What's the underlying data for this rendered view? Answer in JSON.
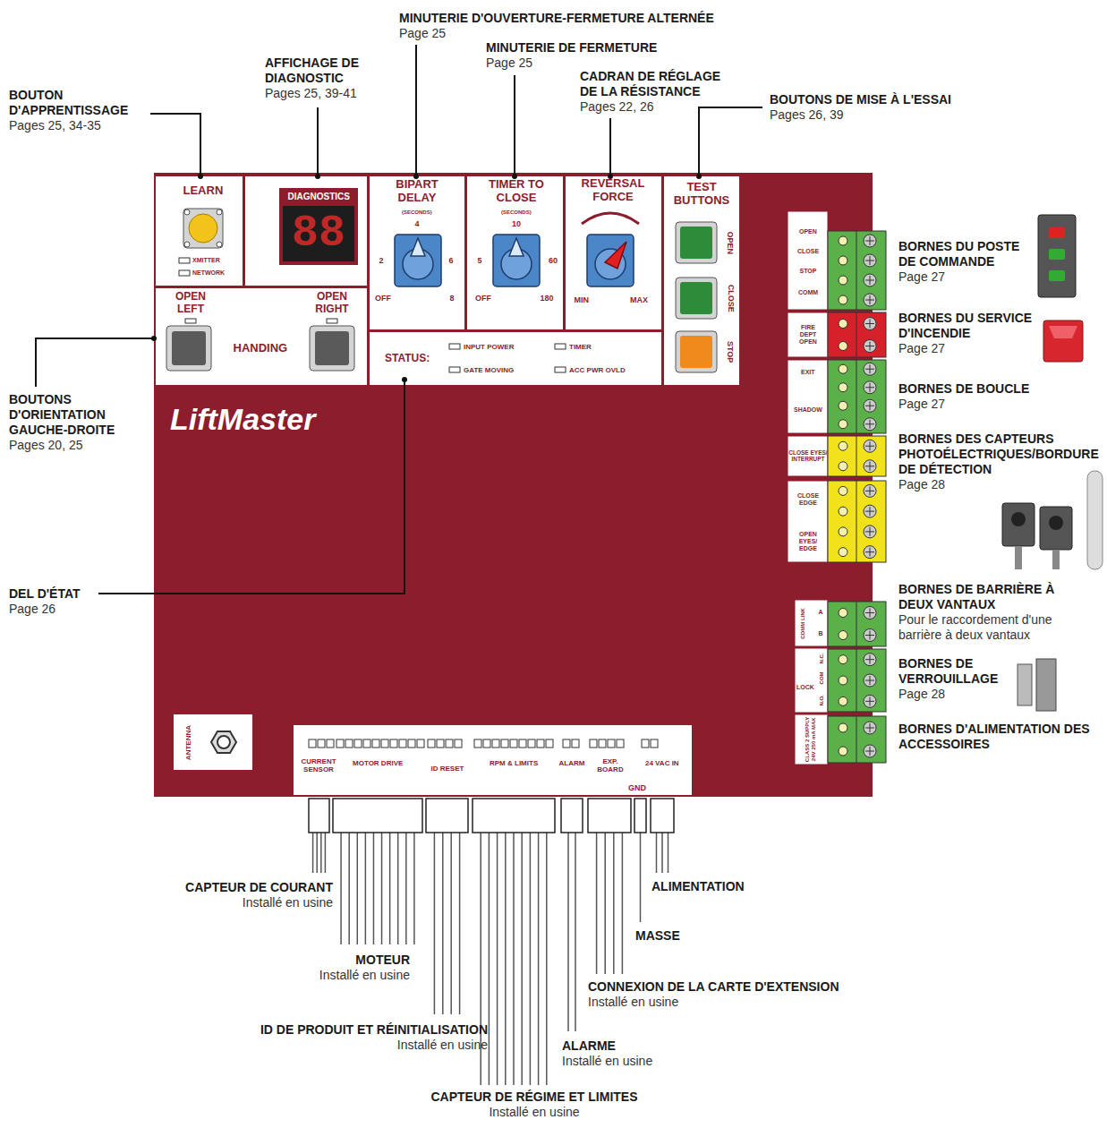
{
  "diagram": {
    "nodes": [
      {
        "text": [
          "LiftMaster"
        ]
      },
      {
        "text": [
          "LEARN",
          "XMITTER",
          "NETWORK"
        ],
        "in": 0
      },
      {
        "text": [
          "DIAGNOSTICS",
          "88"
        ],
        "in": 0
      },
      {
        "text": [
          "BIPART DELAY",
          "(SECONDS)",
          "4",
          "2",
          "6",
          "OFF",
          "8"
        ],
        "in": 0
      },
      {
        "text": [
          "TIMER TO CLOSE",
          "(SECONDS)",
          "10",
          "5",
          "60",
          "OFF",
          "180"
        ],
        "in": 0
      },
      {
        "text": [
          "REVERSAL FORCE",
          "MIN",
          "MAX"
        ],
        "in": 0
      },
      {
        "text": [
          "TEST BUTTONS",
          "OPEN",
          "CLOSE",
          "STOP"
        ],
        "in": 0
      },
      {
        "text": [
          "OPEN LEFT",
          "OPEN RIGHT",
          "HANDING"
        ],
        "in": 0
      },
      {
        "text": [
          "STATUS:",
          "INPUT POWER",
          "GATE MOVING",
          "TIMER",
          "ACC PWR OVLD"
        ],
        "in": 0
      },
      {
        "text": [
          "OPEN",
          "CLOSE",
          "STOP",
          "COMM"
        ],
        "in": 0
      },
      {
        "text": [
          "FIRE DEPT OPEN"
        ],
        "in": 0
      },
      {
        "text": [
          "EXIT",
          "SHADOW"
        ],
        "in": 0
      },
      {
        "text": [
          "CLOSE EYES/ INTERRUPT"
        ],
        "in": 0
      },
      {
        "text": [
          "CLOSE EDGE",
          "OPEN EYES/ EDGE"
        ],
        "in": 0
      },
      {
        "text": [
          "COMM LINK",
          "A",
          "B"
        ],
        "in": 0
      },
      {
        "text": [
          "N.C.",
          "COM",
          "LOCK",
          "N.O."
        ],
        "in": 0
      },
      {
        "text": [
          "CLASS 2 SUPPLY 24V 250 mA MAX"
        ],
        "in": 0
      },
      {
        "text": [
          "ANTENNA"
        ],
        "in": 0
      },
      {
        "text": [
          "CURRENT SENSOR",
          "MOTOR DRIVE",
          "ID RESET",
          "RPM & LIMITS",
          "ALARM",
          "EXP. BOARD",
          "24 VAC IN"
        ],
        "in": 0
      }
    ],
    "labels": [
      "BOUTON D'APPRENTISSAGE",
      "Pages 25, 34-35",
      "AFFICHAGE DE DIAGNOSTIC",
      "Pages 25, 39-41",
      "MINUTERIE D'OUVERTURE-FERMETURE ALTERNÉE",
      "Page 25",
      "MINUTERIE DE FERMETURE",
      "Page 25",
      "CADRAN DE RÉGLAGE DE LA RÉSISTANCE",
      "Pages 22, 26",
      "BOUTONS DE MISE À L'ESSAI",
      "Pages 26, 39",
      "BOUTONS D'ORIENTATION GAUCHE-DROITE",
      "Pages 20, 25",
      "DEL D'ÉTAT",
      "Page 26",
      "BORNES DU POSTE DE COMMANDE",
      "Page 27",
      "BORNES DU SERVICE D'INCENDIE",
      "Page 27",
      "BORNES DE BOUCLE",
      "Page 27",
      "BORNES DES CAPTEURS PHOTOÉLECTRIQUES/BORDURE DE DÉTECTION",
      "Page 28",
      "BORNES DE BARRIÈRE À DEUX VANTAUX",
      "Pour le raccordement d'une barrière à deux vantaux",
      "BORNES DE VERROUILLAGE",
      "Page 28",
      "BORNES D'ALIMENTATION DES ACCESSOIRES",
      "GND",
      "CAPTEUR DE COURANT",
      "Installé en usine",
      "MOTEUR",
      "Installé en usine",
      "ID DE PRODUIT ET RÉINITIALISATION",
      "Installé en usine",
      "CAPTEUR DE RÉGIME ET LIMITES",
      "Installé en usine",
      "ALARME",
      "Installé en usine",
      "CONNEXION DE LA CARTE D'EXTENSION",
      "Installé en usine",
      "MASSE",
      "ALIMENTATION"
    ]
  }
}
